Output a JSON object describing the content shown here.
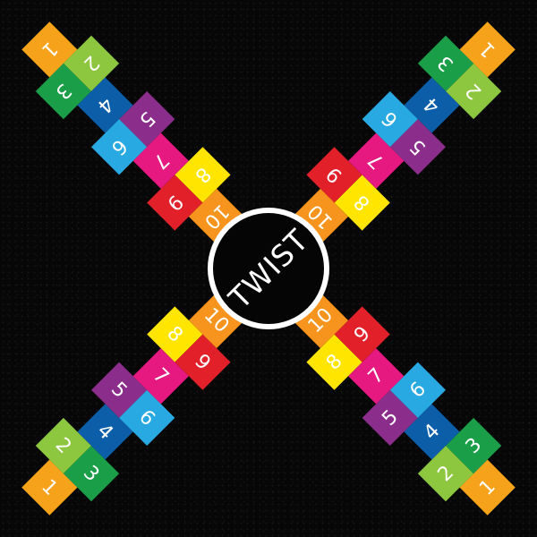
{
  "center_label": "TWIST",
  "colors": {
    "1": "#f7a21b",
    "2": "#8dc63f",
    "3": "#1a9e48",
    "4": "#0d5ea8",
    "5": "#8a2d8b",
    "6": "#29a9e1",
    "7": "#e5197f",
    "8": "#ffe500",
    "9": "#e2202a",
    "10": "#f7941d"
  },
  "arms": [
    {
      "name": "top-left",
      "numbers": [
        "1",
        "2",
        "3",
        "4",
        "5",
        "6",
        "7",
        "8",
        "9",
        "10"
      ]
    },
    {
      "name": "top-right",
      "numbers": [
        "1",
        "2",
        "3",
        "4",
        "5",
        "6",
        "7",
        "8",
        "9",
        "10"
      ]
    },
    {
      "name": "bottom-left",
      "numbers": [
        "1",
        "2",
        "3",
        "4",
        "5",
        "6",
        "7",
        "8",
        "9",
        "10"
      ]
    },
    {
      "name": "bottom-right",
      "numbers": [
        "1",
        "2",
        "3",
        "4",
        "5",
        "6",
        "7",
        "8",
        "9",
        "10"
      ]
    }
  ]
}
